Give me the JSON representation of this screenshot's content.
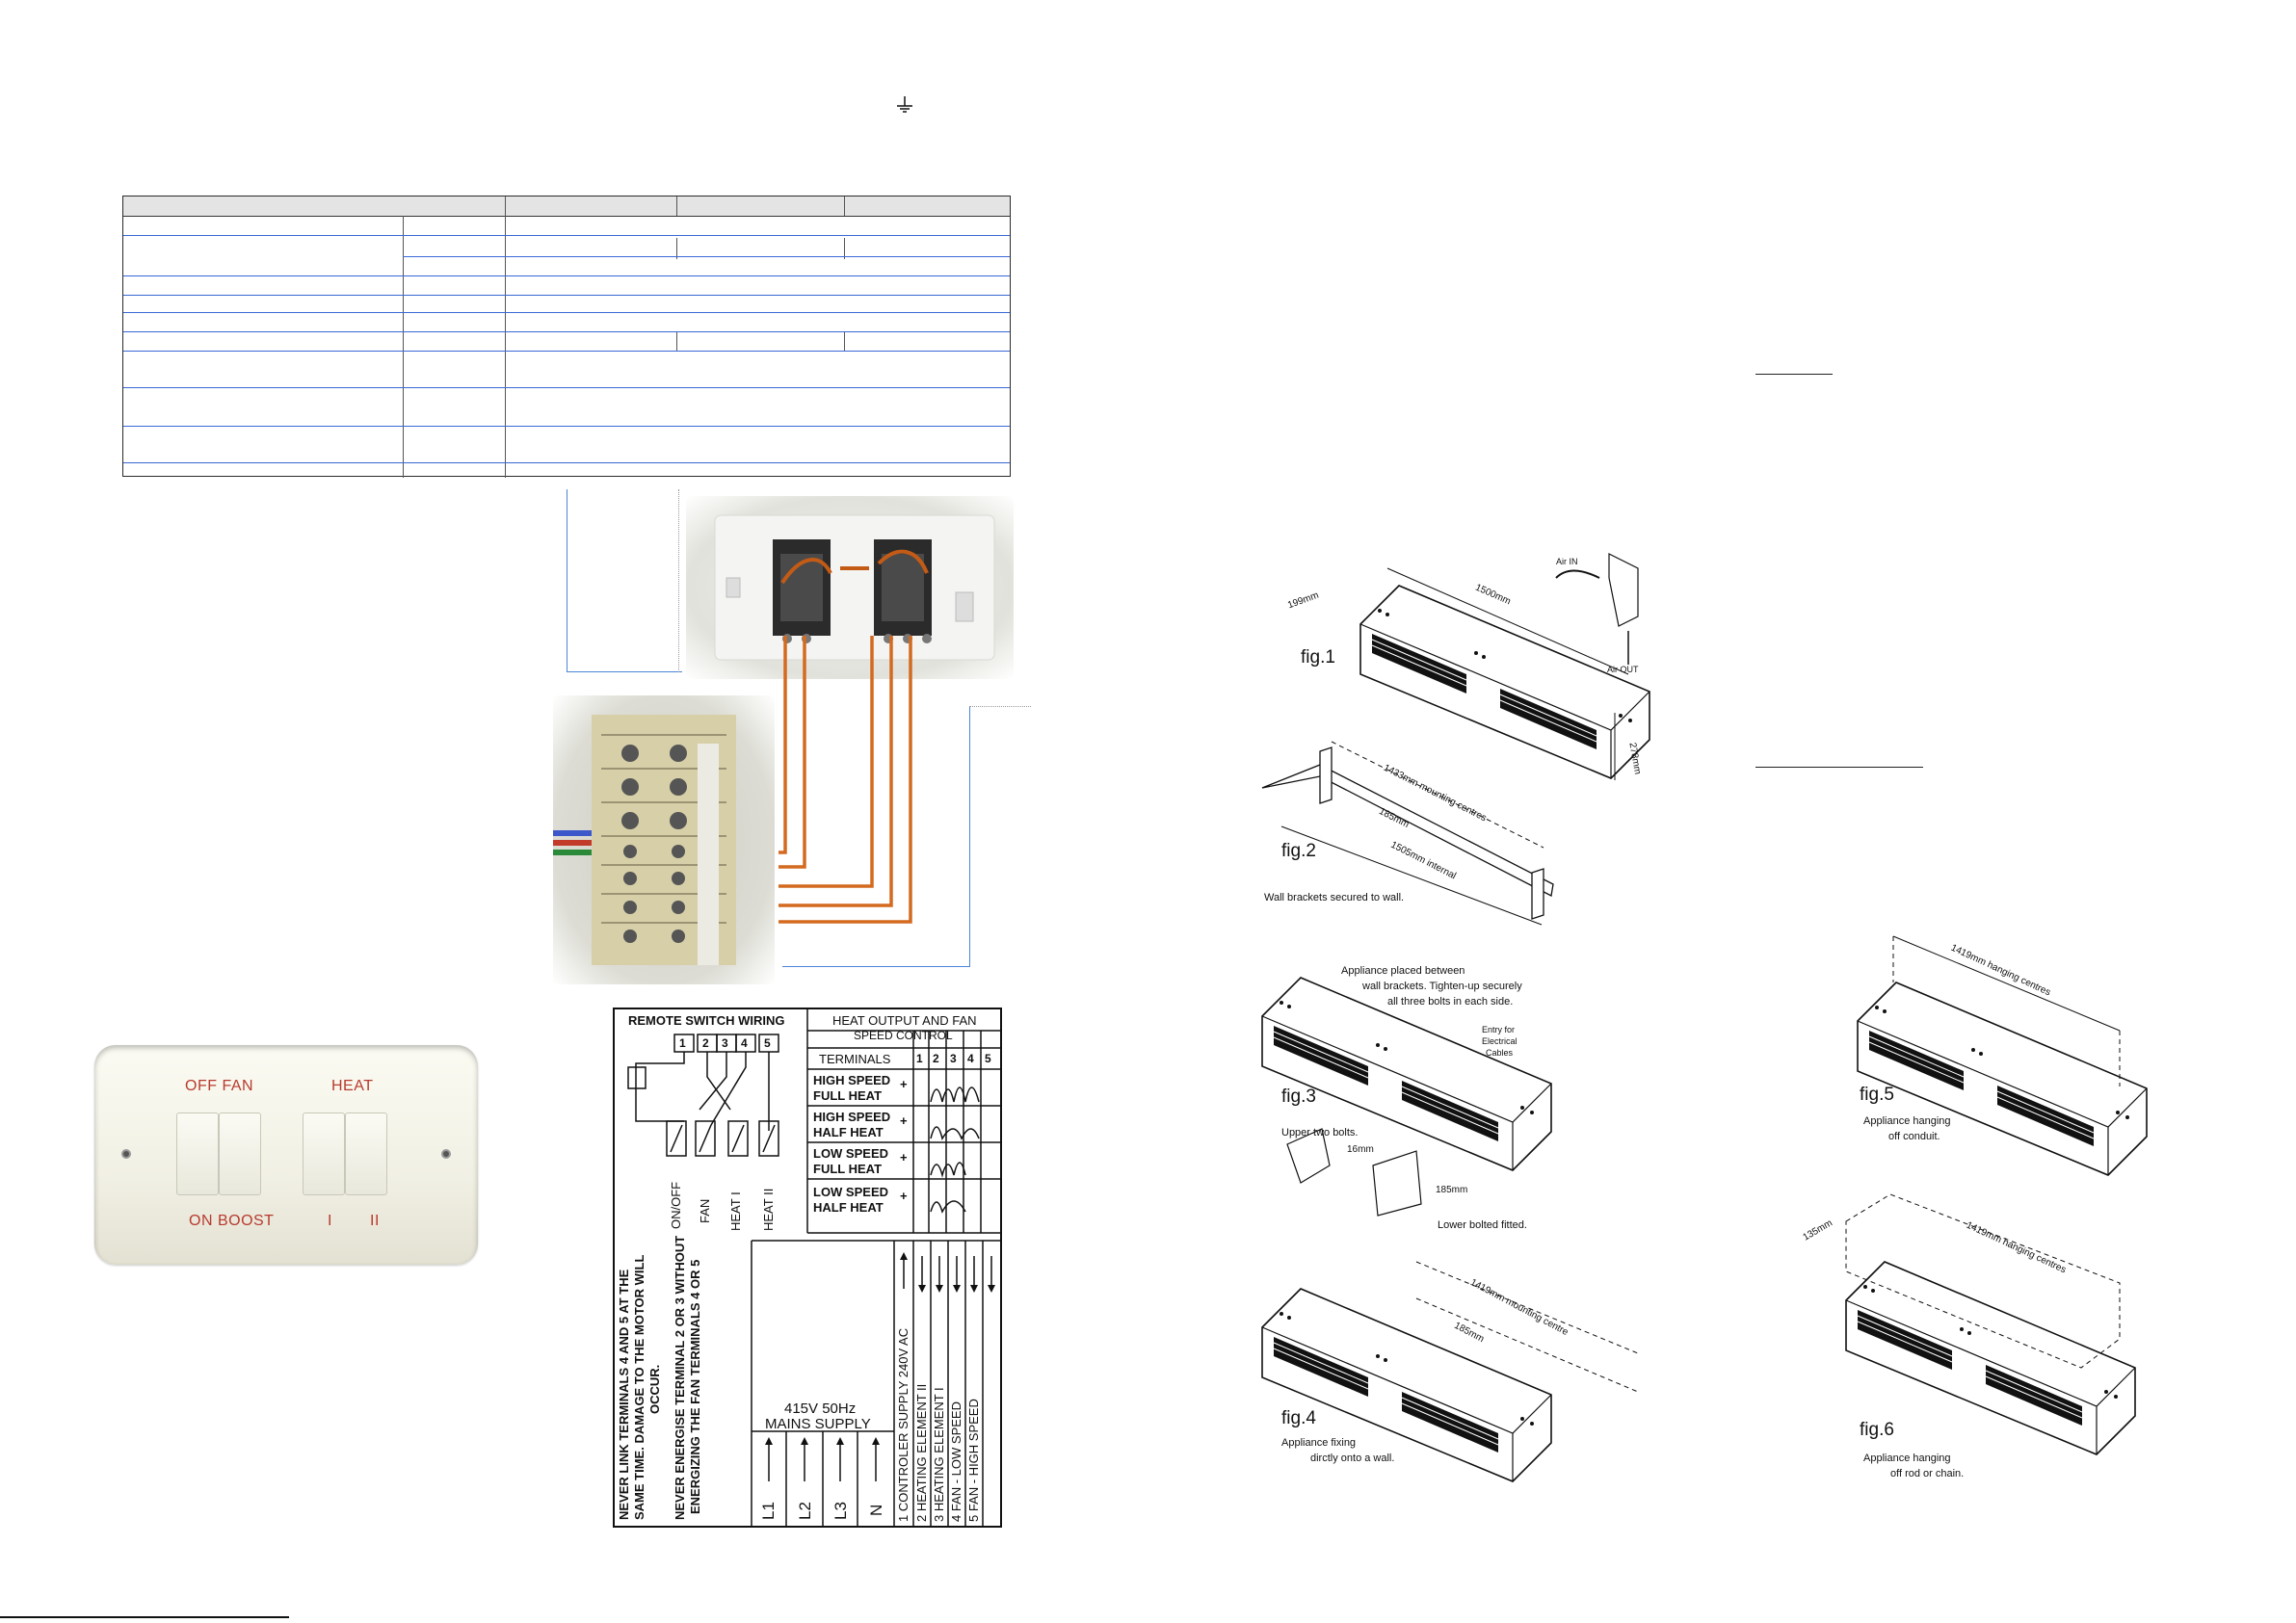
{
  "switch_plate": {
    "top_left": "OFF  FAN",
    "top_right": "HEAT",
    "bottom_left": "ON  BOOST",
    "bottom_right_1": "I",
    "bottom_right_2": "II"
  },
  "wiring": {
    "title_left": "REMOTE SWITCH WIRING",
    "title_right_1": "HEAT OUTPUT AND FAN",
    "title_right_2": "SPEED CONTROL",
    "terminal_numbers": [
      "1",
      "2",
      "3",
      "4",
      "5"
    ],
    "terminals_label": "TERMINALS",
    "modes": [
      {
        "line1": "HIGH SPEED",
        "line2": "FULL HEAT",
        "plus": "+"
      },
      {
        "line1": "HIGH SPEED",
        "line2": "HALF HEAT",
        "plus": "+"
      },
      {
        "line1": "LOW SPEED",
        "line2": "FULL HEAT",
        "plus": "+"
      },
      {
        "line1": "LOW SPEED",
        "line2": "HALF HEAT",
        "plus": "+"
      }
    ],
    "switch_labels": [
      "ON/OFF",
      "FAN",
      "HEAT I",
      "HEAT II"
    ],
    "warning_1": "NEVER LINK TERMINALS  4  AND  5  AT THE",
    "warning_2": "SAME TIME. DAMAGE TO THE MOTOR WILL",
    "warning_3": "OCCUR.",
    "warning_4": "NEVER ENERGISE TERMINAL  2  OR  3  WITHOUT",
    "warning_5": "ENERGIZING THE FAN TERMINALS 4 OR 5",
    "mains_1": "415V 50Hz",
    "mains_2": "MAINS  SUPPLY",
    "phases": [
      "L1",
      "L2",
      "L3",
      "N"
    ],
    "terminal_desc": [
      "1  CONTROLER SUPPLY  240V AC",
      "2  HEATING  ELEMENT  II",
      "3  HEATING  ELEMENT  I",
      "4  FAN  -  LOW SPEED",
      "5  FAN  -  HIGH SPEED"
    ]
  },
  "figures": {
    "fig1": {
      "label": "fig.1",
      "dim_length": "1500mm",
      "dim_height": "199mm",
      "dim_depth": "278mm",
      "air_in": "Air IN",
      "air_out": "Air OUT"
    },
    "fig2": {
      "label": "fig.2",
      "dim_centres": "1433mm mounting centres",
      "dim_185": "185mm",
      "dim_internal": "1505mm internal",
      "note": "Wall brackets secured to wall."
    },
    "fig3": {
      "label": "fig.3",
      "note_1": "Appliance placed between",
      "note_2": "wall brackets.  Tighten-up securely",
      "note_3": "all three bolts in each side.",
      "entry_1": "Entry for",
      "entry_2": "Electrical",
      "entry_3": "Cables",
      "upper": "Upper two bolts.",
      "dim_16": "16mm",
      "dim_185": "185mm",
      "lower": "Lower bolted fitted."
    },
    "fig4": {
      "label": "fig.4",
      "dim_centre": "1419mm mounting centre",
      "dim_185": "185mm",
      "note_1": "Appliance fixing",
      "note_2": "dirctly onto a wall."
    },
    "fig5": {
      "label": "fig.5",
      "dim_centres": "1419mm hanging centres",
      "note_1": "Appliance hanging",
      "note_2": "off conduit."
    },
    "fig6": {
      "label": "fig.6",
      "dim_centres": "1419mm hanging centres",
      "dim_135": "135mm",
      "note_1": "Appliance hanging",
      "note_2": "off rod or chain."
    }
  },
  "colors": {
    "accent_blue": "#3a68d6",
    "wire_orange": "#d46a1f",
    "switch_text_red": "#b83a2e"
  }
}
